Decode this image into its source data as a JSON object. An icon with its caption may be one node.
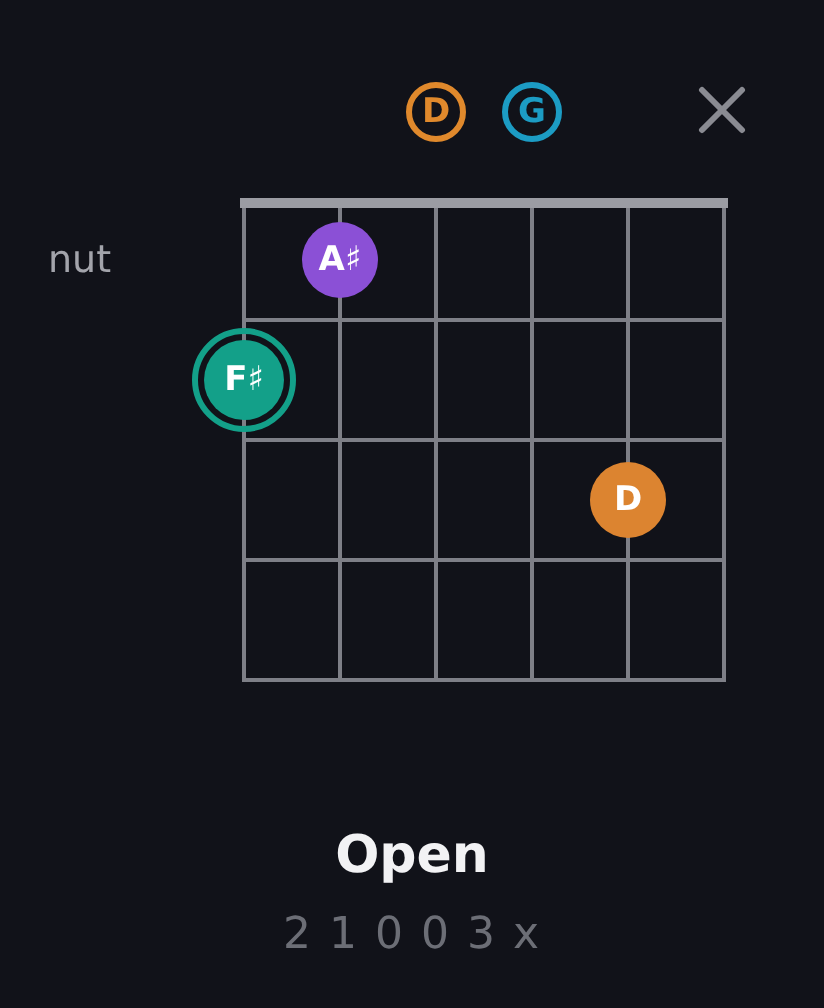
{
  "diagram": {
    "title": "Open",
    "caption": "2 1 0 0 3 x",
    "nodes": [
      {
        "text": [
          "D"
        ]
      },
      {
        "text": [
          "G"
        ]
      },
      {
        "text": [
          "A♯"
        ]
      },
      {
        "text": [
          "F♯"
        ]
      },
      {
        "text": [
          "D"
        ]
      }
    ],
    "labels": [
      "nut"
    ]
  }
}
